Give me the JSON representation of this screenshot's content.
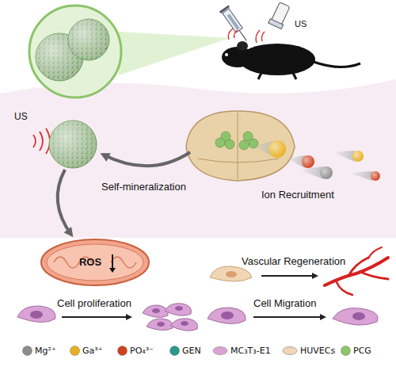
{
  "diagram": {
    "nodes": [
      {
        "text": [
          "ROS"
        ]
      }
    ],
    "labels": [
      "US",
      "US",
      "Self-mineralization",
      "Ion Recruitment",
      "Vascular Regeneration",
      "Cell proliferation",
      "Cell Migration"
    ],
    "legend": [
      {
        "text": "Mg²⁺",
        "color": "#8c8c8c"
      },
      {
        "text": "Ga³⁺",
        "color": "#e8b020"
      },
      {
        "text": "PO₄³⁻",
        "color": "#d0401e"
      },
      {
        "text": "GEN",
        "color": "#2a9a8a"
      },
      {
        "text": "MC₃T₃-E1",
        "color": "#d9a3d6"
      },
      {
        "text": "HUVECs",
        "color": "#f0d6b4"
      },
      {
        "text": "PCG",
        "color": "#8cc46a"
      }
    ]
  }
}
